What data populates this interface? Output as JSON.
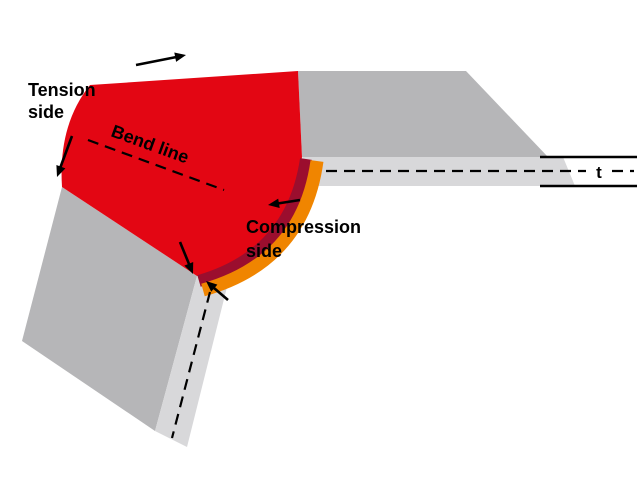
{
  "diagram": {
    "name": "sheet-metal-bending-tension-compression",
    "labels": {
      "tension_side": {
        "line1": "Tension",
        "line2": "side"
      },
      "compression_side": {
        "line1": "Compression",
        "line2": "side"
      },
      "bend_line": "Bend line",
      "thickness": "t"
    },
    "colors": {
      "background": "#ffffff",
      "sheet_gray": "#b6b6b8",
      "edge_gray": "#d8d8da",
      "tension_red": "#e30613",
      "compressed_dark_red": "#9b0e2e",
      "compression_orange": "#f08500",
      "ink": "#000000"
    }
  }
}
